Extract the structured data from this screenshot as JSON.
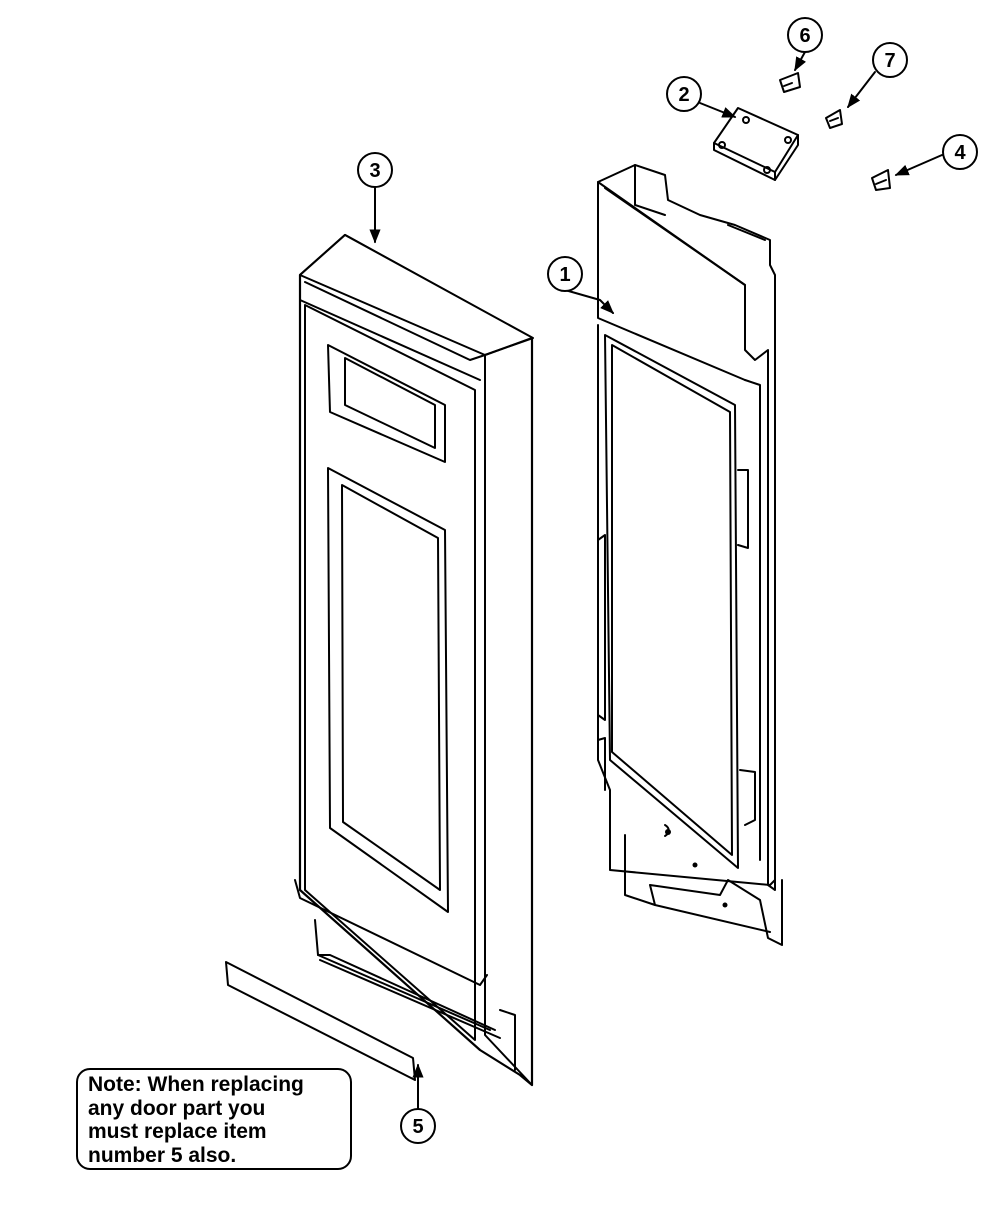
{
  "callouts": {
    "c1": "1",
    "c2": "2",
    "c3": "3",
    "c4": "4",
    "c5": "5",
    "c6": "6",
    "c7": "7"
  },
  "note": {
    "line1": "Note:  When replacing",
    "line2": "any door part you",
    "line3": "must replace item",
    "line4": "number 5 also."
  }
}
